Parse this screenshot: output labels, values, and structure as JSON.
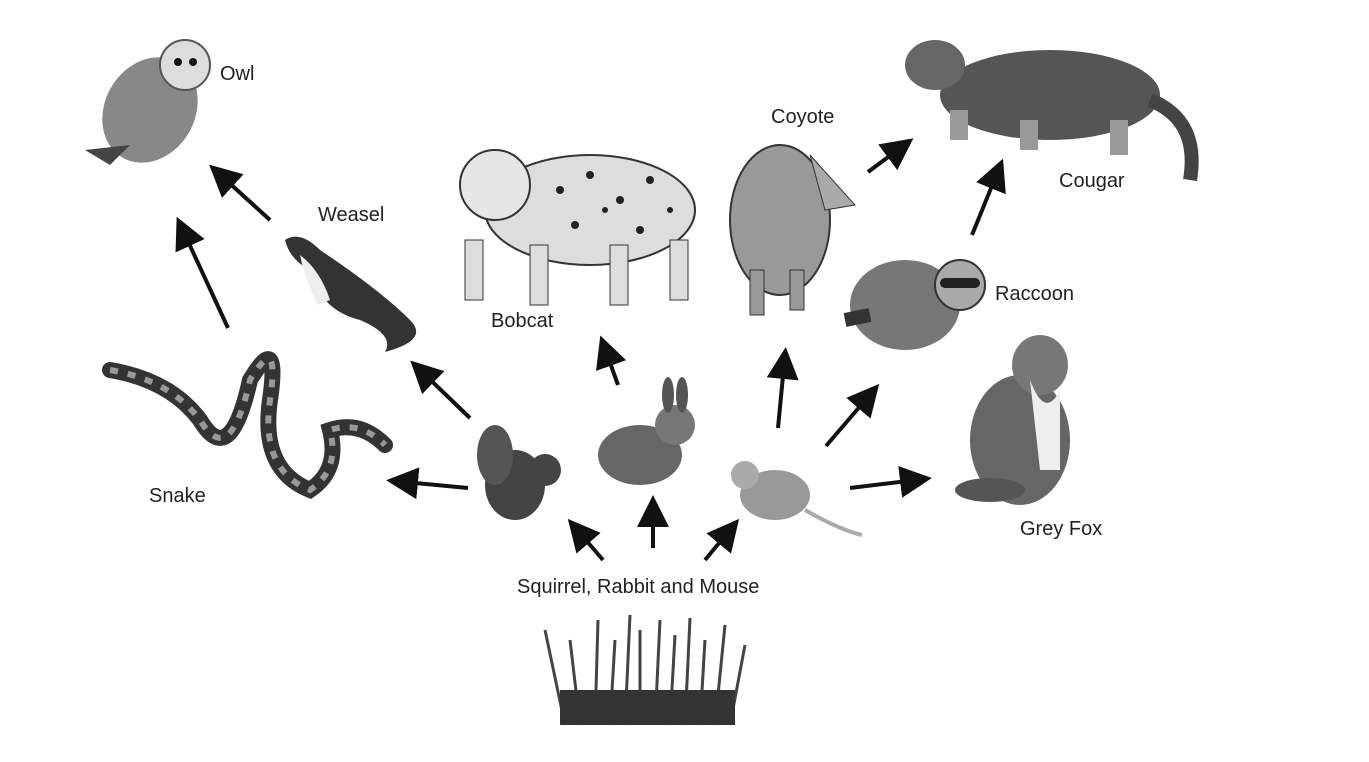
{
  "title": "Food web",
  "organisms": {
    "owl": "Owl",
    "weasel": "Weasel",
    "bobcat": "Bobcat",
    "coyote": "Coyote",
    "cougar": "Cougar",
    "raccoon": "Raccoon",
    "grey_fox": "Grey Fox",
    "snake": "Snake",
    "prey": "Squirrel, Rabbit and Mouse"
  },
  "links": [
    [
      "grass",
      "squirrel"
    ],
    [
      "grass",
      "rabbit"
    ],
    [
      "grass",
      "mouse"
    ],
    [
      "squirrel",
      "snake"
    ],
    [
      "squirrel",
      "weasel"
    ],
    [
      "rabbit",
      "bobcat"
    ],
    [
      "mouse",
      "coyote"
    ],
    [
      "mouse",
      "raccoon"
    ],
    [
      "mouse",
      "grey_fox"
    ],
    [
      "snake",
      "owl"
    ],
    [
      "weasel",
      "owl"
    ],
    [
      "coyote",
      "cougar"
    ],
    [
      "raccoon",
      "cougar"
    ]
  ]
}
